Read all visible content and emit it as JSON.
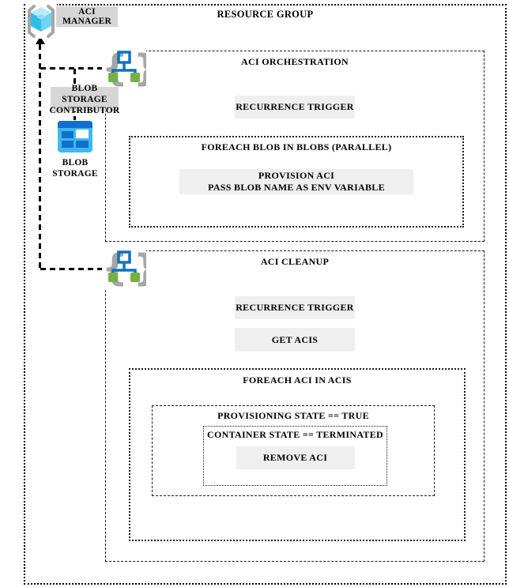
{
  "colors": {
    "line": "#000000",
    "tag_background": "#d6d6d6",
    "step_background": "#efefef",
    "logic_app_blue": "#1072ba",
    "logic_app_green": "#76b043",
    "brace_gray": "#a6a6a6",
    "cube_top": "#b8eaf6",
    "cube_left": "#2fbce9",
    "cube_right": "#6cd5f2",
    "blob_dark_blue": "#1070d0",
    "blob_body_blue": "#41b8ec"
  },
  "resource_group": {
    "title": "RESOURCE GROUP"
  },
  "aci_manager": {
    "label": "ACI MANAGER",
    "icon": "container-instance-cube-icon"
  },
  "blob_storage_contributor": {
    "line1": "BLOB STORAGE",
    "line2": "CONTRIBUTOR"
  },
  "blob_storage": {
    "line1": "BLOB",
    "line2": "STORAGE",
    "icon": "blob-storage-icon"
  },
  "orchestration": {
    "title": "ACI ORCHESTRATION",
    "icon": "logic-app-icon",
    "recurrence_trigger": "RECURRENCE TRIGGER",
    "foreach_blob": {
      "title": "FOREACH BLOB IN BLOBS (PARALLEL)",
      "provision": {
        "line1": "PROVISION ACI",
        "line2": "PASS BLOB NAME AS ENV VARIABLE"
      }
    }
  },
  "cleanup": {
    "title": "ACI CLEANUP",
    "icon": "logic-app-icon",
    "recurrence_trigger": "RECURRENCE TRIGGER",
    "get_acis": "GET ACIS",
    "foreach_aci": {
      "title": "FOREACH ACI IN ACIS",
      "provisioning_state": "PROVISIONING STATE == TRUE",
      "container_state": "CONTAINER STATE == TERMINATED",
      "remove_aci": "REMOVE ACI"
    }
  }
}
